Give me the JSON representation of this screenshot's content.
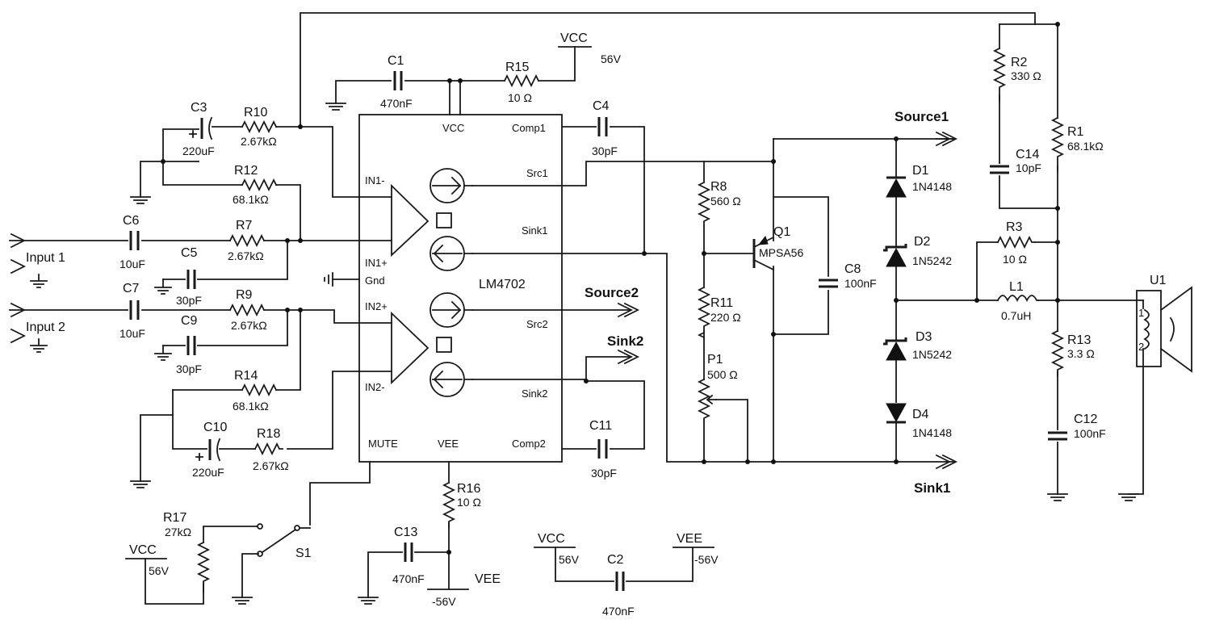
{
  "inputs": {
    "input1": "Input 1",
    "input2": "Input 2"
  },
  "ic": {
    "name": "LM4702",
    "pins": {
      "vcc": "VCC",
      "comp1": "Comp1",
      "in1_minus": "IN1-",
      "src1": "Src1",
      "sink1": "Sink1",
      "in1_plus": "IN1+",
      "gnd": "Gnd",
      "in2_plus": "IN2+",
      "src2": "Src2",
      "in2_minus": "IN2-",
      "sink2": "Sink2",
      "mute": "MUTE",
      "vee": "VEE",
      "comp2": "Comp2"
    }
  },
  "components": {
    "C1": {
      "ref": "C1",
      "value": "470nF"
    },
    "C2": {
      "ref": "C2",
      "value": "470nF"
    },
    "C3": {
      "ref": "C3",
      "value": "220uF"
    },
    "C4": {
      "ref": "C4",
      "value": "30pF"
    },
    "C5": {
      "ref": "C5",
      "value": "30pF"
    },
    "C6": {
      "ref": "C6",
      "value": "10uF"
    },
    "C7": {
      "ref": "C7",
      "value": "10uF"
    },
    "C8": {
      "ref": "C8",
      "value": "100nF"
    },
    "C9": {
      "ref": "C9",
      "value": "30pF"
    },
    "C10": {
      "ref": "C10",
      "value": "220uF"
    },
    "C11": {
      "ref": "C11",
      "value": "30pF"
    },
    "C12": {
      "ref": "C12",
      "value": "100nF"
    },
    "C13": {
      "ref": "C13",
      "value": "470nF"
    },
    "C14": {
      "ref": "C14",
      "value": "10pF"
    },
    "R1": {
      "ref": "R1",
      "value": "68.1kΩ"
    },
    "R2": {
      "ref": "R2",
      "value": "330 Ω"
    },
    "R3": {
      "ref": "R3",
      "value": "10 Ω"
    },
    "R7": {
      "ref": "R7",
      "value": "2.67kΩ"
    },
    "R8": {
      "ref": "R8",
      "value": "560 Ω"
    },
    "R9": {
      "ref": "R9",
      "value": "2.67kΩ"
    },
    "R10": {
      "ref": "R10",
      "value": "2.67kΩ"
    },
    "R11": {
      "ref": "R11",
      "value": "220 Ω"
    },
    "R12": {
      "ref": "R12",
      "value": "68.1kΩ"
    },
    "R13": {
      "ref": "R13",
      "value": "3.3 Ω"
    },
    "R14": {
      "ref": "R14",
      "value": "68.1kΩ"
    },
    "R15": {
      "ref": "R15",
      "value": "10 Ω"
    },
    "R16": {
      "ref": "R16",
      "value": "10 Ω"
    },
    "R17": {
      "ref": "R17",
      "value": "27kΩ"
    },
    "R18": {
      "ref": "R18",
      "value": "2.67kΩ"
    },
    "P1": {
      "ref": "P1",
      "value": "500 Ω"
    },
    "Q1": {
      "ref": "Q1",
      "value": "MPSA56"
    },
    "D1": {
      "ref": "D1",
      "value": "1N4148"
    },
    "D2": {
      "ref": "D2",
      "value": "1N5242"
    },
    "D3": {
      "ref": "D3",
      "value": "1N5242"
    },
    "D4": {
      "ref": "D4",
      "value": "1N4148"
    },
    "L1": {
      "ref": "L1",
      "value": "0.7uH"
    },
    "U1": {
      "ref": "U1",
      "pin1": "1",
      "pin2": "2"
    },
    "S1": {
      "ref": "S1"
    }
  },
  "supplies": {
    "vcc_top": {
      "name": "VCC",
      "value": "56V"
    },
    "vcc_bottom": {
      "name": "VCC",
      "value": "56V"
    },
    "vcc_r17": {
      "name": "VCC",
      "value": "56V"
    },
    "vee_bottom": {
      "name": "VEE",
      "value": "-56V"
    },
    "vee_r16": {
      "name": "VEE",
      "value": "-56V"
    }
  },
  "nets": {
    "source1": "Source1",
    "sink1": "Sink1",
    "source2": "Source2",
    "sink2": "Sink2"
  }
}
